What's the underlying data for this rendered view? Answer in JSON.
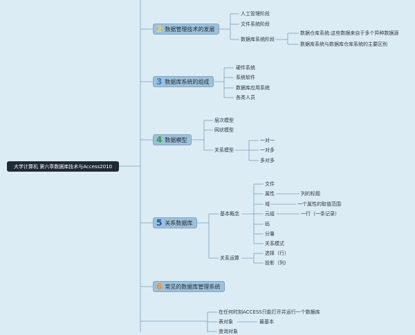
{
  "root": "大学计算机 第六章数据库技术与Access2010",
  "sections": [
    {
      "num": "2",
      "num_color": "#f4d23d",
      "title": "数据管理技术的发展",
      "items": [
        "人工管理阶段",
        "文件系统阶段",
        "数据库系统阶段"
      ],
      "sub": [
        "数据仓库系统:这些数据来自于多个异种数据源",
        "数据库系统与数据库仓库系统的主要区别"
      ]
    },
    {
      "num": "3",
      "num_color": "#3a7bd5",
      "title": "数据库系统的组成",
      "items": [
        "硬件系统",
        "系统软件",
        "数据库应用系统",
        "各类人员"
      ]
    },
    {
      "num": "4",
      "num_color": "#2e9e44",
      "title": "数据模型",
      "items": [
        "层次模型",
        "网状模型",
        "关系模型"
      ],
      "sub": [
        "一对一",
        "一对多",
        "多对多"
      ]
    },
    {
      "num": "5",
      "num_color": "#1b4fb0",
      "title": "关系数据库",
      "items": [
        "基本概念",
        "关系运算"
      ],
      "concepts": [
        "文件",
        "属性",
        "域",
        "元组",
        "码",
        "分量",
        "关系模式"
      ],
      "concept_notes": [
        "列的标题",
        "一个属性的取值范围",
        "一行（一条记录）"
      ],
      "ops": [
        "选择（行）",
        "投影（列）"
      ]
    },
    {
      "num": "6",
      "num_color": "#f28a2e",
      "title": "常见的数据库管理系统"
    }
  ],
  "bottom_items": [
    "在任何时刻ACCESS只能打开并运行一个数据库",
    "表对象",
    "查询对象"
  ],
  "bottom_note": "最基本"
}
